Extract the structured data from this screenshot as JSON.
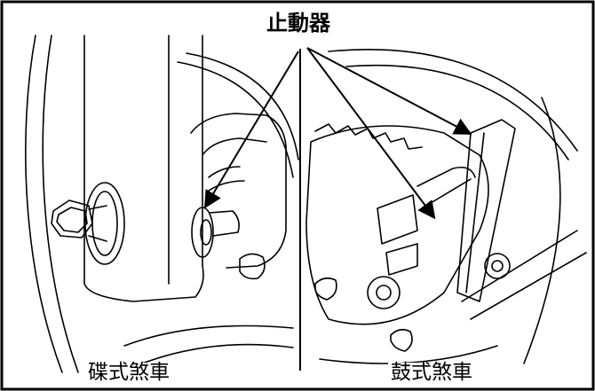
{
  "figure": {
    "callout_label": "止動器",
    "left_caption": "碟式煞車",
    "right_caption": "鼓式煞車"
  },
  "style": {
    "line_color": "#000000",
    "background": "#ffffff"
  }
}
